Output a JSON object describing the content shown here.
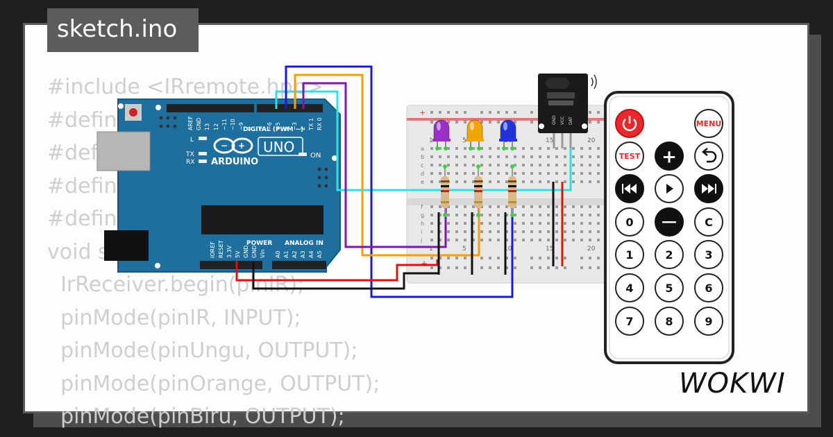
{
  "app": {
    "title": "sketch.ino",
    "brand": "WOKWI"
  },
  "code_lines": [
    "#include <IRremote.hpp>",
    "#define",
    "#define",
    "#define",
    "#define",
    "void s",
    "  IrReceiver.begin(pinIR);",
    "  pinMode(pinIR, INPUT);",
    "  pinMode(pinUngu, OUTPUT);",
    "  pinMode(pinOrange, OUTPUT);",
    "  pinMode(pinBiru, OUTPUT);"
  ],
  "arduino": {
    "brand": "ARDUINO",
    "model": "UNO",
    "on_label": "ON",
    "digital_label": "DIGITAL (PWM ~)",
    "power_label": "POWER",
    "analog_label": "ANALOG IN",
    "led_labels": [
      "L",
      "TX",
      "RX"
    ],
    "top_pins": [
      "AREF",
      "GND",
      "13",
      "12",
      "~11",
      "~10",
      "~9",
      "8",
      "7",
      "~6",
      "~5",
      "4",
      "~3",
      "2",
      "TX 1",
      "RX 0"
    ],
    "bottom_pins": [
      "IOREF",
      "RESET",
      "3.3V",
      "5V",
      "GND",
      "GND",
      "Vin",
      "A0",
      "A1",
      "A2",
      "A3",
      "A4",
      "A5"
    ]
  },
  "breadboard": {
    "column_numbers": [
      "1",
      "5",
      "10",
      "15",
      "20"
    ],
    "row_letters_top": [
      "a",
      "b",
      "c",
      "d",
      "e"
    ],
    "row_letters_bottom": [
      "f",
      "g",
      "h",
      "i",
      "j"
    ],
    "rail_plus": "+",
    "rail_minus": "-"
  },
  "leds": [
    {
      "name": "ungu",
      "color": "#9b30c8"
    },
    {
      "name": "orange",
      "color": "#f0a500"
    },
    {
      "name": "biru",
      "color": "#2233dd"
    }
  ],
  "ir_receiver": {
    "pins": [
      "GND",
      "VCC",
      "DAT"
    ]
  },
  "remote": {
    "buttons": [
      "power",
      "MENU",
      "TEST",
      "+",
      "back",
      "rewind",
      "play",
      "fast-forward",
      "0",
      "−",
      "C",
      "1",
      "2",
      "3",
      "4",
      "5",
      "6",
      "7",
      "8",
      "9"
    ],
    "menu_label": "MENU",
    "test_label": "TEST",
    "zero": "0",
    "clear": "C",
    "digits": [
      "1",
      "2",
      "3",
      "4",
      "5",
      "6",
      "7",
      "8",
      "9"
    ]
  },
  "wire_colors": {
    "blue": "#1a1ad4",
    "orange": "#f5a000",
    "purple": "#7a1aa8",
    "cyan": "#2ee0e6",
    "red": "#e01010",
    "black": "#111111"
  }
}
